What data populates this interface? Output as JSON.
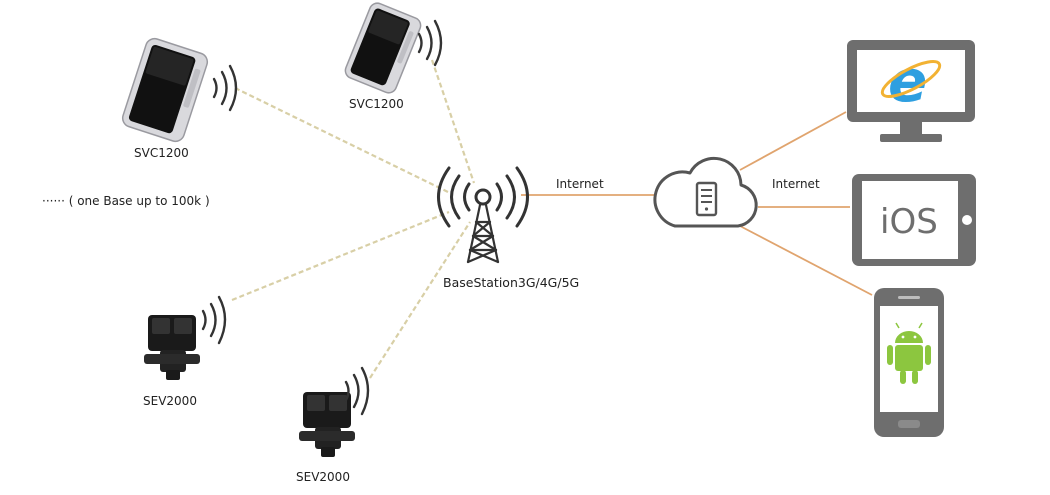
{
  "devices": {
    "svc_left": "SVC1200",
    "svc_top": "SVC1200",
    "sev_left": "SEV2000",
    "sev_bottom": "SEV2000"
  },
  "note": "······ ( one Base up to 100k )",
  "base_station": "BaseStation3G/4G/5G",
  "links": {
    "internet_left": "Internet",
    "internet_right": "Internet"
  },
  "clients": {
    "tablet_text": "iOS"
  },
  "colors": {
    "signal_line": "#d8cfa6",
    "internet_line": "#e0a46e",
    "device_gray": "#6e6e6e",
    "android_green": "#8cc63f",
    "ie_blue": "#2e9fe0"
  }
}
